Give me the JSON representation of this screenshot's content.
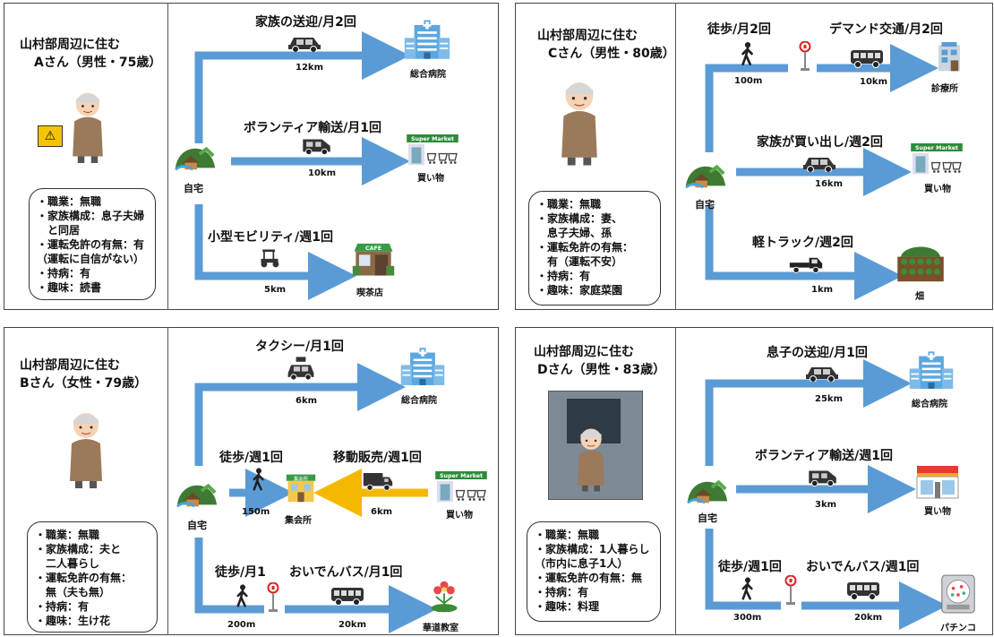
{
  "home_label": "自宅",
  "panels": [
    {
      "title": [
        "山村部周辺に住む",
        "Aさん（男性・75歳）"
      ],
      "profile": [
        "・職業：無職",
        "・家族構成：息子夫婦",
        "　と同居",
        "・運転免許の有無：有",
        "（運転に自信がない）",
        "・持病：有",
        "・趣味：読書"
      ],
      "routes": [
        {
          "label": "家族の送迎/月2回",
          "distance": "12km",
          "dest": "総合病院"
        },
        {
          "label": "ボランティア輸送/月1回",
          "distance": "10km",
          "dest": "買い物"
        },
        {
          "label": "小型モビリティ/週1回",
          "distance": "5km",
          "dest": "喫茶店"
        }
      ]
    },
    {
      "title": [
        "山村部周辺に住む",
        "Cさん（男性・80歳）"
      ],
      "profile": [
        "・職業：無職",
        "・家族構成：妻、",
        "　息子夫婦、孫",
        "・運転免許の有無：",
        "　有（運転不安）",
        "・持病：有",
        "・趣味：家庭菜園"
      ],
      "routes": [
        {
          "label": "徒歩/月2回",
          "distance": "100m",
          "label2": "デマンド交通/月2回",
          "distance2": "10km",
          "dest": "診療所"
        },
        {
          "label": "家族が買い出し/週2回",
          "distance": "16km",
          "dest": "買い物"
        },
        {
          "label": "軽トラック/週2回",
          "distance": "1km",
          "dest": "畑"
        }
      ]
    },
    {
      "title": [
        "山村部周辺に住む",
        "Bさん（女性・79歳）"
      ],
      "profile": [
        "・職業：無職",
        "・家族構成：夫と",
        "　二人暮らし",
        "・運転免許の有無：",
        "　無（夫も無）",
        "・持病：有",
        "・趣味：生け花"
      ],
      "routes": [
        {
          "label": "タクシー/月1回",
          "distance": "6km",
          "dest": "総合病院"
        },
        {
          "label": "徒歩/週1回",
          "distance": "150m",
          "dest": "集会所",
          "label2": "移動販売/週1回",
          "distance2": "6km",
          "dest2": "買い物"
        },
        {
          "label": "徒歩/月1",
          "distance": "200m",
          "label2": "おいでんバス/月1回",
          "distance2": "20km",
          "dest": "華道教室"
        }
      ]
    },
    {
      "title": [
        "山村部周辺に住む",
        "Dさん（男性・83歳）"
      ],
      "profile": [
        "・職業：無職",
        "・家族構成：1人暮らし",
        "（市内に息子1人）",
        "・運転免許の有無：無",
        "・持病：有",
        "・趣味：料理"
      ],
      "routes": [
        {
          "label": "息子の送迎/月1回",
          "distance": "25km",
          "dest": "総合病院"
        },
        {
          "label": "ボランティア輸送/週1回",
          "distance": "3km",
          "dest": "買い物"
        },
        {
          "label": "徒歩/週1回",
          "distance": "300m",
          "label2": "おいでんバス/週1回",
          "distance2": "20km",
          "dest": "パチンコ"
        }
      ]
    }
  ],
  "icon_names": [
    "car-icon",
    "hospital-icon",
    "supermarket-icon",
    "cafe-icon",
    "mobility-icon",
    "walker-icon",
    "bus-stop-icon",
    "bus-icon",
    "clinic-icon",
    "truck-icon",
    "field-icon",
    "taxi-icon",
    "community-hall-icon",
    "mobile-sales-truck-icon",
    "flower-icon",
    "pachinko-icon",
    "convenience-store-icon",
    "home-icon",
    "person-icon"
  ],
  "colors": {
    "arrow": "#5b9bd5",
    "arrow_orange": "#f5b800",
    "border": "#444444"
  }
}
